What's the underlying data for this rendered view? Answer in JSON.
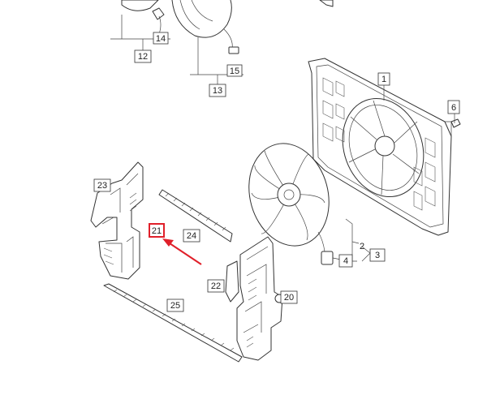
{
  "labels": {
    "p1": "1",
    "p2": "2",
    "p3": "3",
    "p4": "4",
    "p6": "6",
    "p12": "12",
    "p13": "13",
    "p14": "14",
    "p15": "15",
    "p20": "20",
    "p21": "21",
    "p22": "22",
    "p23": "23",
    "p24": "24",
    "p25": "25"
  },
  "colors": {
    "highlight": "#e0202a",
    "line": "#333333"
  },
  "highlighted_part": "21"
}
